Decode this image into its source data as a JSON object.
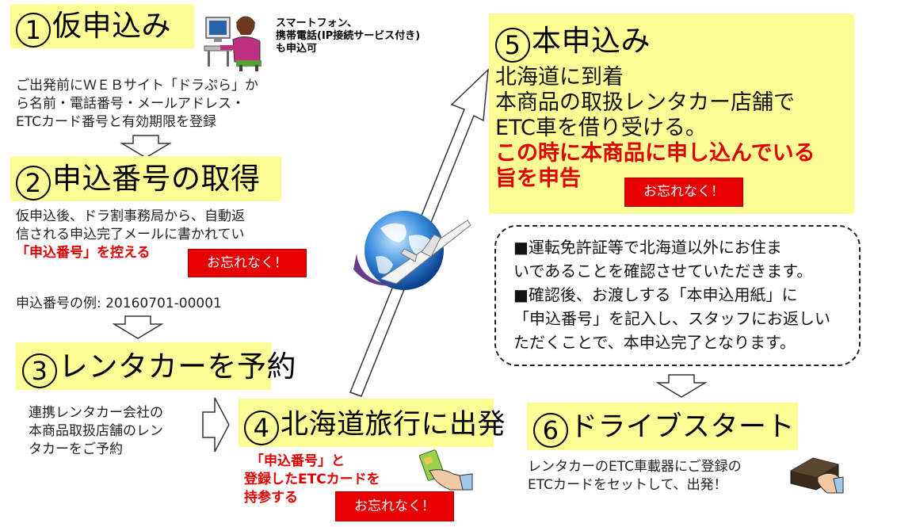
{
  "step1": {
    "number": "1",
    "title": "仮申込み",
    "phone_note": [
      "スマートフォン、",
      "携帯電話(IP接続サービス付き)",
      "も申込可"
    ],
    "body": [
      "ご出発前にＷＥＢサイト「ドラぷら」か",
      "ら名前・電話番号・メールアドレス・",
      "ETCカード番号と有効期限を登録"
    ]
  },
  "step2": {
    "number": "2",
    "title": "申込番号の取得",
    "body": [
      "仮申込後、ドラ割事務局から、自動返",
      "信される申込完了メールに書かれてい"
    ],
    "body_red": "「申込番号」を控える",
    "reminder": "お忘れなく！",
    "example": "申込番号の例: 20160701-00001"
  },
  "step3": {
    "number": "3",
    "title": "レンタカーを予約",
    "body": [
      "連携レンタカー会社の",
      "本商品取扱店舗のレン",
      "タカーをご予約"
    ]
  },
  "step4": {
    "number": "4",
    "title": "北海道旅行に出発",
    "body_red": [
      "「申込番号」と",
      "登録したETCカードを",
      "持参する"
    ],
    "reminder": "お忘れなく！"
  },
  "step5": {
    "number": "5",
    "title": "本申込み",
    "body": [
      "北海道に到着",
      "本商品の取扱レンタカー店舗で",
      "ETC車を借り受ける。"
    ],
    "body_red": [
      "この時に本商品に申し込んでいる",
      "旨を申告"
    ],
    "reminder": "お忘れなく！"
  },
  "note": {
    "lines": [
      "■運転免許証等で北海道以外にお住ま",
      "いであることを確認させていただきます。",
      "■確認後、お渡しする「本申込用紙」に",
      "「申込番号」を記入し、スタッフにお返しい",
      "ただくことで、本申込完了となります。"
    ]
  },
  "step6": {
    "number": "6",
    "title": "ドライブスタート",
    "body": [
      "レンタカーのETC車載器にご登録の",
      "ETCカードをセットして、出発！"
    ]
  },
  "colors": {
    "yellow": "#fdfd96",
    "red": "#e60000",
    "red_text": "#e00000"
  },
  "icons": [
    "person-computer-icon",
    "globe-airplane-icon",
    "hand-card-icon",
    "hand-etc-device-icon"
  ]
}
